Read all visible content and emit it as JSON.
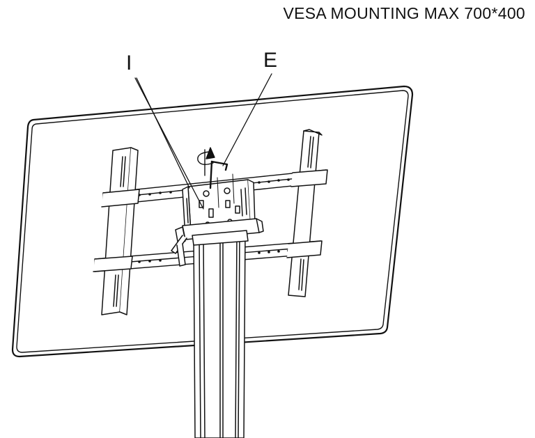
{
  "title": "VESA MOUNTING MAX 700*400",
  "callouts": [
    {
      "id": "I",
      "label": "I"
    },
    {
      "id": "E",
      "label": "E"
    }
  ],
  "icons": [
    "rotation-arrow-icon",
    "allen-key-icon"
  ]
}
